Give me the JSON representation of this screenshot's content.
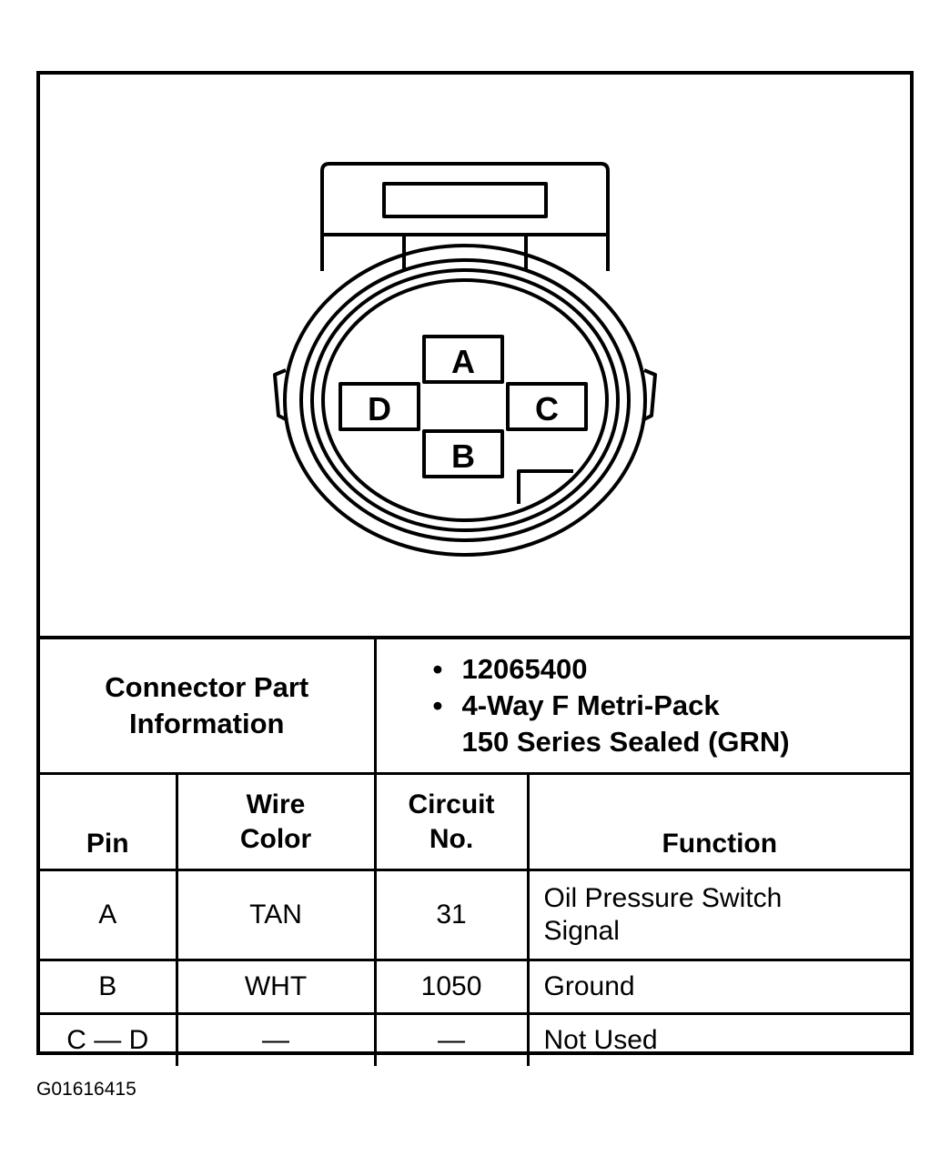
{
  "connector": {
    "pins": [
      "A",
      "B",
      "C",
      "D"
    ]
  },
  "part_info": {
    "label_lines": [
      "Connector Part",
      "Information"
    ],
    "bullets": [
      {
        "lines": [
          "12065400"
        ]
      },
      {
        "lines": [
          "4-Way F Metri-Pack",
          "150 Series Sealed (GRN)"
        ]
      }
    ]
  },
  "headers": {
    "pin": "Pin",
    "wire_color": [
      "Wire",
      "Color"
    ],
    "circuit": [
      "Circuit",
      "No."
    ],
    "function": "Function"
  },
  "rows": [
    {
      "pin": "A",
      "wire": "TAN",
      "circuit": "31",
      "function": [
        "Oil Pressure Switch",
        "Signal"
      ]
    },
    {
      "pin": "B",
      "wire": "WHT",
      "circuit": "1050",
      "function": [
        "Ground"
      ]
    },
    {
      "pin": "C — D",
      "wire": "—",
      "circuit": "—",
      "function": [
        "Not Used"
      ]
    }
  ],
  "figure_id": "G01616415"
}
